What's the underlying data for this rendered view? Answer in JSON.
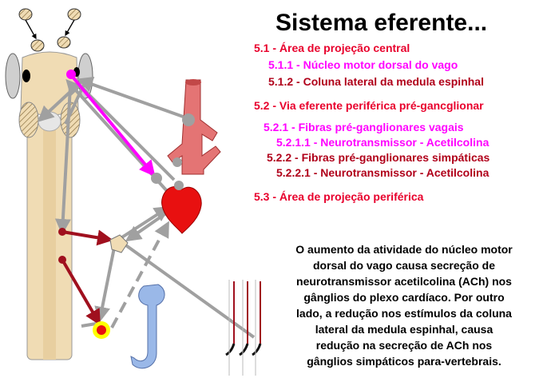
{
  "title": "Sistema eferente...",
  "items": [
    {
      "label": "5.1 - Área de projeção central"
    },
    {
      "label": "5.1.1 - Núcleo motor dorsal do vago"
    },
    {
      "label": "5.1.2 - Coluna lateral da medula espinhal"
    },
    {
      "label": "5.2 - Via eferente periférica pré-gancglionar"
    },
    {
      "label": "5.2.1 - Fibras pré-ganglionares vagais"
    },
    {
      "label": "5.2.1.1 - Neurotransmissor - Acetilcolina"
    },
    {
      "label": "5.2.2 - Fibras pré-ganglionares simpáticas"
    },
    {
      "label": "5.2.2.1 - Neurotransmissor - Acetilcolina"
    },
    {
      "label": "5.3 - Área de projeção periférica"
    }
  ],
  "paragraph": [
    "O aumento da atividade do núcleo motor",
    "dorsal do vago causa secreção de",
    "neurotransmissor acetilcolina (ACh) nos",
    "gânglios do plexo cardíaco. Por outro",
    "lado, a redução nos estímulos da coluna",
    "lateral da medula espinhal, causa",
    "redução na secreção de ACh nos",
    "gânglios simpáticos para-vertebrais."
  ],
  "colors": {
    "heading_red": "#e8002c",
    "heading_dark_red": "#b0001a",
    "vagal_magenta": "#ff00ff",
    "sympathetic_maroon": "#a0101e",
    "pathway_gray": "#a0a0a0",
    "heart_red": "#e81010",
    "spine_beige": "#f0dcb4"
  }
}
